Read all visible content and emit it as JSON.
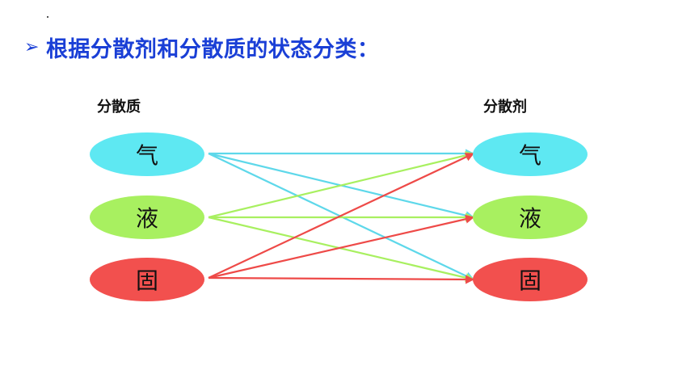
{
  "title": {
    "marker": "➢",
    "text": "根据分散剂和分散质的状态分类："
  },
  "left": {
    "label": "分散质",
    "nodes": [
      {
        "id": "gas",
        "text": "气",
        "color": "#5ee8f2"
      },
      {
        "id": "liquid",
        "text": "液",
        "color": "#a8f060"
      },
      {
        "id": "solid",
        "text": "固",
        "color": "#f2504e"
      }
    ]
  },
  "right": {
    "label": "分散剂",
    "nodes": [
      {
        "id": "gas",
        "text": "气",
        "color": "#5ee8f2"
      },
      {
        "id": "liquid",
        "text": "液",
        "color": "#a8f060"
      },
      {
        "id": "solid",
        "text": "固",
        "color": "#f2504e"
      }
    ]
  },
  "arrow_colors": [
    "#5ed8ea",
    "#a8f060",
    "#ee4a48"
  ],
  "connections": "all-to-all"
}
